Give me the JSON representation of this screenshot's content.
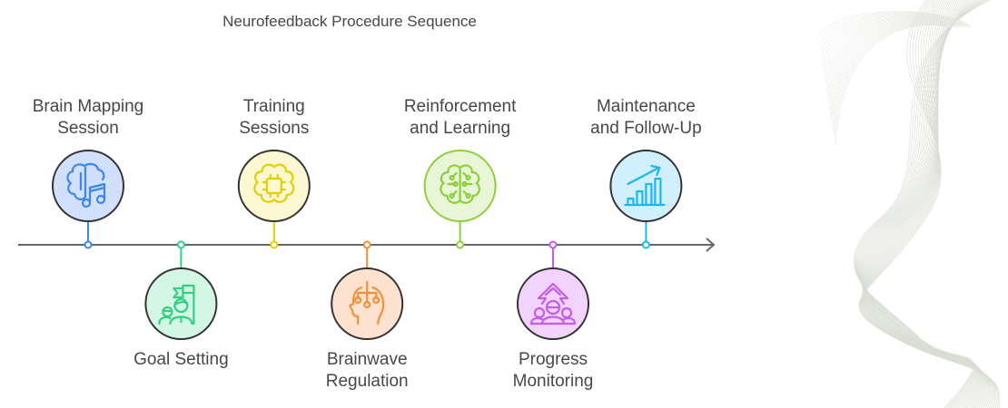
{
  "title": "Neurofeedback Procedure Sequence",
  "timeline": {
    "line_color": "#666666",
    "steps": [
      {
        "order": 1,
        "label_lines": [
          "Brain Mapping",
          "Session"
        ],
        "label": "Brain Mapping Session",
        "side": "above",
        "icon": "brain-music-icon",
        "stroke": "#3d85f0",
        "fill": "#d0e0fd"
      },
      {
        "order": 2,
        "label_lines": [
          "Goal Setting"
        ],
        "label": "Goal Setting",
        "side": "below",
        "icon": "team-flag-icon",
        "stroke": "#32cf84",
        "fill": "#d4f6e4"
      },
      {
        "order": 3,
        "label_lines": [
          "Training",
          "Sessions"
        ],
        "label": "Training Sessions",
        "side": "above",
        "icon": "brain-chip-icon",
        "stroke": "#e6cf00",
        "fill": "#fdf8d2"
      },
      {
        "order": 4,
        "label_lines": [
          "Brainwave",
          "Regulation"
        ],
        "label": "Brainwave Regulation",
        "side": "below",
        "icon": "head-circuit-icon",
        "stroke": "#f0923a",
        "fill": "#fde3cf"
      },
      {
        "order": 5,
        "label_lines": [
          "Reinforcement",
          "and Learning"
        ],
        "label": "Reinforcement and Learning",
        "side": "above",
        "icon": "brain-circuit-icon",
        "stroke": "#8ccf3a",
        "fill": "#e8f5d6"
      },
      {
        "order": 6,
        "label_lines": [
          "Progress",
          "Monitoring"
        ],
        "label": "Progress Monitoring",
        "side": "below",
        "icon": "group-growth-icon",
        "stroke": "#c25ee8",
        "fill": "#f2d3fc"
      },
      {
        "order": 7,
        "label_lines": [
          "Maintenance",
          "and Follow-Up"
        ],
        "label": "Maintenance and Follow-Up",
        "side": "above",
        "icon": "chart-trend-up-icon",
        "stroke": "#1eb6ef",
        "fill": "#d0f0fd"
      }
    ]
  }
}
